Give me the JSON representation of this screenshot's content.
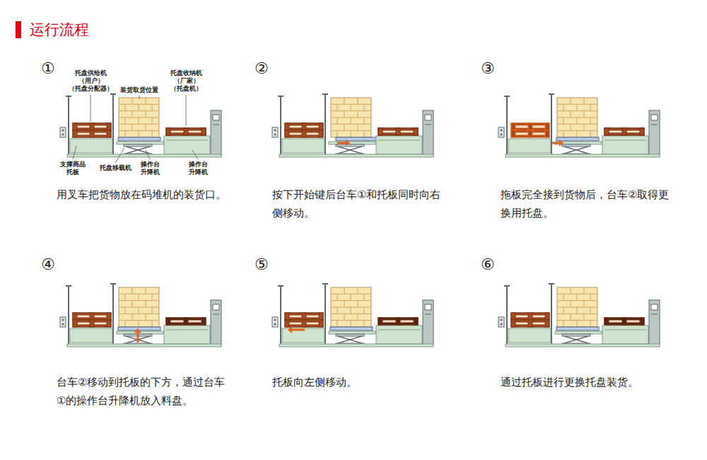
{
  "diagram": {
    "title": "运行流程",
    "labels": [
      "①",
      "托盘供给机 （用户） （托盘分配器）",
      "装货取货位置",
      "托盘收纳机 （厂家） （托盘机）",
      "支撑商品 托板",
      "托盘移载机",
      "操作台 升降机",
      "操作台 升降机",
      "用叉车把货物放在码堆机的装货口。",
      "②",
      "按下开始键后台车①和托板同时向右侧移动。",
      "③",
      "拖板完全接到货物后，台车②取得更换用托盘。",
      "④",
      "台车②移动到托板的下方，通过台车①的操作台升降机放入料盘。",
      "⑤",
      "托板向左侧移动。",
      "⑥",
      "通过托板进行更换托盘装货。"
    ]
  }
}
